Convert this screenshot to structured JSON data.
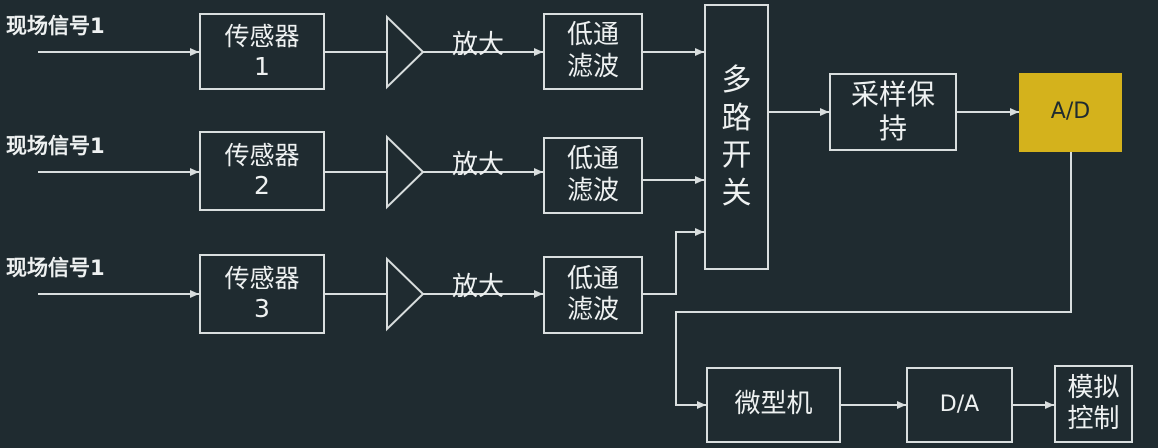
{
  "signals": [
    "现场信号1",
    "现场信号1",
    "现场信号1"
  ],
  "sensors": [
    {
      "name": "传感器",
      "num": "1"
    },
    {
      "name": "传感器",
      "num": "2"
    },
    {
      "name": "传感器",
      "num": "3"
    }
  ],
  "amplifier_label": "放大",
  "filter": {
    "line1": "低通",
    "line2": "滤波"
  },
  "mux": [
    "多",
    "路",
    "开",
    "关"
  ],
  "sample_hold": {
    "line1": "采样保",
    "line2": "持"
  },
  "ad": "A/D",
  "microcomputer": "微型机",
  "da": "D/A",
  "analog_control": {
    "line1": "模拟",
    "line2": "控制"
  },
  "colors": {
    "background": "#1f2b30",
    "lines": "#d9dede",
    "ad_fill": "#d4b21c"
  }
}
